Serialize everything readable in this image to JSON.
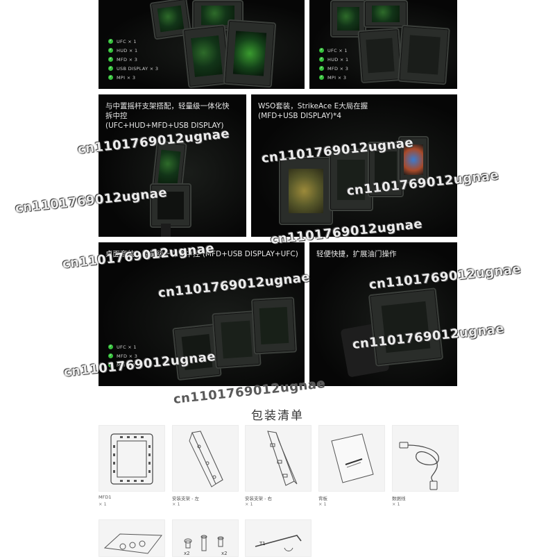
{
  "panels": {
    "top_left": {
      "checklist": [
        "UFC × 1",
        "HUD × 1",
        "MFD × 3",
        "USB DISPLAY × 3",
        "MPI × 3"
      ]
    },
    "top_right": {
      "checklist": [
        "UFC × 1",
        "HUD × 1",
        "MFD × 3",
        "MPI × 3"
      ]
    },
    "mid_left": {
      "title": "与中置摇杆支架搭配，轻量级一体化快\n拆中控\n(UFC+HUD+MFD+USB DISPLAY)"
    },
    "mid_right": {
      "title": "WSO套装，StrikeAce E大局在握\n(MFD+USB DISPLAY)*4"
    },
    "low_left": {
      "title": "桌面套装，轻量级一体化中控 (MFD+USB DISPLAY+UFC)",
      "checklist": [
        "UFC × 1",
        "MFD × 3",
        "MPI × 3"
      ]
    },
    "low_right": {
      "title": "轻便快捷，扩展油门操作"
    }
  },
  "watermark": "cn1101769012ugnae",
  "section": {
    "title": "包装清单"
  },
  "package_items": [
    {
      "name": "MFD1",
      "qty": "× 1"
    },
    {
      "name": "安装支架 - 左",
      "qty": "× 1"
    },
    {
      "name": "安装支架 - 右",
      "qty": "× 1"
    },
    {
      "name": "背板",
      "qty": "× 1"
    },
    {
      "name": "数据线",
      "qty": "× 1"
    }
  ],
  "package_items_row2": {
    "screws_qty_a": "x2",
    "screws_qty_b": "x2",
    "tool_label": "T1"
  },
  "colors": {
    "panel_bg": "#050505",
    "check_green": "#36c23c",
    "card_bg": "#f4f4f4"
  }
}
